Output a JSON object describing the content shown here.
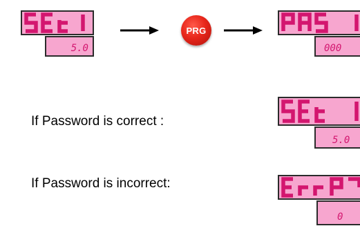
{
  "display_set": {
    "main_text": "SEt 1",
    "sub_text": "5.0"
  },
  "button": {
    "label": "PRG"
  },
  "display_pass": {
    "main_text": "PAS ",
    "sub_text": "000"
  },
  "label_correct": "If Password is correct :",
  "display_set_result": {
    "main_text": "SEt 1",
    "sub_text": "5.0"
  },
  "label_incorrect": "If Password is incorrect:",
  "display_err": {
    "main_text": "ErrP",
    "sub_text": "0"
  },
  "colors": {
    "lcd_bg": "#f7a6cf",
    "segment": "#d3166f",
    "button": "#e8271b"
  }
}
